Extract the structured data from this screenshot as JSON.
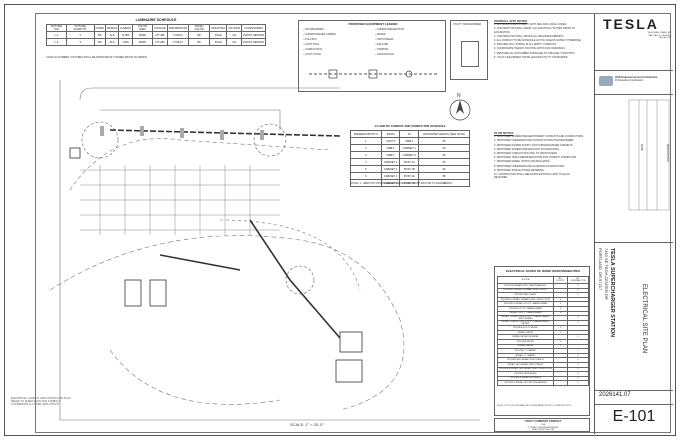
{
  "edge_note": {
    "line1": "ELECTRICAL CONDUIT AND CONDUCTOR PLAN",
    "line2": "REFER TO SHEET E-001 FOR SYMBOLS",
    "line3": "COORDINATE ALL WORK WITH UTILITY"
  },
  "luminaire": {
    "title": "LUMINAIRE SCHEDULE",
    "headers": [
      "FIXTURE TAG",
      "FIXTURE QUANTITY",
      "FINISH",
      "DESIGN",
      "LUMENS",
      "COLOR TEMP",
      "VOLTAGE",
      "DISTRIBUTION",
      "FINISH COLOR",
      "MOUNTING",
      "OPTIONS",
      "ACCESSORIES"
    ],
    "rows": [
      [
        "L-1",
        "2",
        "BK",
        "ALS",
        "11,583",
        "4000K",
        "277-480",
        "TYPE III",
        "BK",
        "POLE",
        "NA",
        "PHOTO SENSOR"
      ],
      [
        "L-2",
        "3",
        "BK",
        "ALS",
        "7,800",
        "4000K",
        "277-480",
        "TYPE IV",
        "BK",
        "POLE",
        "NA",
        "PHOTO SENSOR"
      ]
    ],
    "note": "CATALOG NUMBER: FIXTURES SHALL BE APPROVED BY OWNER PRIOR TO ORDER"
  },
  "equipment_legend": {
    "title": "PROPOSED EQUIPMENT LEGEND",
    "items": [
      "TRANSFORMER",
      "SUPERCHARGER POST",
      "SUPERCHARGER CABINET",
      "METER",
      "PULL BOX",
      "SWITCHGEAR",
      "LIGHT POLE",
      "BOLLARD",
      "CONDUIT RUN",
      "STRIPING",
      "UTILITY POLE",
      "GROUND ROD"
    ],
    "utility_label": "UTILITY TRANSFORMER"
  },
  "conduit_schedule": {
    "title": "AC AND DC CONDUIT AND CONDUCTOR SCHEDULE",
    "headers": [
      "FEEDER/CIRCUIT #",
      "FROM",
      "TO",
      "ESTIMATED LENGTH (SEE NOTE)"
    ],
    "rows": [
      [
        "1",
        "UTILITY",
        "MSB-1",
        "25'"
      ],
      [
        "2",
        "MSB-1",
        "CABINET 1",
        "40'"
      ],
      [
        "3",
        "MSB-1",
        "CABINET 2",
        "45'"
      ],
      [
        "4",
        "CABINET 1",
        "POST 1A",
        "30'"
      ],
      [
        "5",
        "CABINET 1",
        "POST 1B",
        "34'"
      ],
      [
        "6",
        "CABINET 2",
        "POST 2A",
        "38'"
      ],
      [
        "7",
        "CABINET 2",
        "POST 2B",
        "42'"
      ]
    ],
    "notes": "NOTES: 1. LENGTHS SHOWN ARE ESTIMATES ONLY. CONTRACTOR TO FIELD VERIFY."
  },
  "general_notes": {
    "title": "GENERAL SITE NOTES",
    "lines": [
      "1. ALL WORK SHALL COMPLY WITH NEC AND LOCAL CODES.",
      "2. CONTRACTOR SHALL VERIFY ALL EXISTING UTILITIES PRIOR TO EXCAVATION.",
      "3. CONTRACTOR SHALL OBTAIN ALL REQUIRED PERMITS.",
      "4. ALL CONDUIT TO BE SCHEDULE 40 PVC UNLESS NOTED OTHERWISE.",
      "5. PROVIDE PULL STRING IN ALL EMPTY CONDUITS.",
      "6. COORDINATE TRENCH ROUTING WITH CIVIL DRAWINGS.",
      "7. RESTORE ALL DISTURBED SURFACES TO ORIGINAL CONDITION.",
      "8. UTILITY EQUIPMENT INSTALLED PER UTILITY STANDARDS."
    ]
  },
  "plan_notes": {
    "title": "PLAN NOTES",
    "lines": [
      "1. PROPOSED SUPERCHARGER PRIMARY CONDUITS AND CONDUCTORS.",
      "2. PROPOSED UNDERGROUND CONDUITS FROM TRANSFORMER.",
      "3. PROPOSED POWER SUPPLY FOR SUPERCHARGER CABINETS.",
      "4. PROPOSED SUPERCHARGER POST FOUNDATIONS.",
      "5. PROPOSED CONDUIT ROUTING TO SWITCHGEAR.",
      "6. PROPOSED TESLA REPRESENTATIVE FOR CONDUIT INSPECTION.",
      "7. PROPOSED WHEEL STOPS AND BOLLARDS.",
      "8. PROPOSED UNDERGROUND ALUMINUM CONDUCTORS.",
      "9. PROPOSED SINGLE PHASE METERING.",
      "10. CONTRACTOR SHALL RELOCATE EXISTING LIGHT POLE AS REQUIRED."
    ]
  },
  "scope": {
    "title": "ELECTRICAL SCOPE OF WORK RESPONSIBILITIES",
    "headers": [
      "SCOPE",
      "BY UTILITY",
      "BY CONTRACTOR"
    ],
    "rows": [
      [
        "PROVIDE PRIMARY SIDE TRENCH/BACKFILL",
        "",
        "X"
      ],
      [
        "PROVIDE & INSTALL PRIMARY SIDE CONDUIT",
        "",
        "X"
      ],
      [
        "PROVIDE PAD & VAULT",
        "",
        "X"
      ],
      [
        "PROVIDE & INSTALL PRIMARY SIDE CONDUCTORS",
        "X",
        ""
      ],
      [
        "PROVIDE & INSTALL UTILITY TRANSFORMER",
        "X",
        ""
      ],
      [
        "PROVIDE UTILITY TRANSFORMER",
        "X",
        ""
      ],
      [
        "INSTALL UTILITY TRANSFORMER",
        "X",
        ""
      ],
      [
        "INSTALL CONDUCTORS (UTILITY TRANSFORMER-SWITCHGEAR)",
        "",
        "X"
      ],
      [
        "INSTALL CONDUCTORS (UTILITY TRANSFORMER-METER)",
        "",
        "X"
      ],
      [
        "PROVIDE UTILITY METER",
        "X",
        ""
      ],
      [
        "INSTALL METER",
        "X",
        ""
      ],
      [
        "INSTALL METER PEDESTAL",
        "",
        "X"
      ],
      [
        "PROVIDE METER",
        "X",
        ""
      ],
      [
        "INSTALL METER",
        "X",
        ""
      ],
      [
        "PROVIDE CT CABINET",
        "",
        "X"
      ],
      [
        "INSTALL CT CABINET",
        "",
        "X"
      ],
      [
        "PROVIDE SECONDARY SIDE TRENCH",
        "",
        "X"
      ],
      [
        "INSTALL SECONDARY SIDE CONDUIT",
        "",
        "X"
      ],
      [
        "PROVIDE & INSTALL SECONDARY SIDE CONDUCTORS",
        "",
        "X"
      ],
      [
        "PROVIDE GROUNDING",
        "",
        "X"
      ],
      [
        "PROVIDE & INSTALL BOLLARDS",
        "",
        "X"
      ],
      [
        "PROVIDE & INSTALL PROTECTIVE BARRIER",
        "",
        "X"
      ]
    ],
    "note": "NOTE: UTILITY SCOPE SHALL BE COORDINATED PRIOR TO CONSTRUCTION."
  },
  "utility_contact": {
    "title": "UTILITY COMPANY CONTACT",
    "name": "PGE",
    "person": "CONTACT: REPRESENTATIVE",
    "email": "SERVICE@PGN.COM"
  },
  "title_block": {
    "brand": "TESLA",
    "addr1": "3500 DEER CREEK RD",
    "addr2": "PALO ALTO, CA 94304",
    "addr3": "TESLA.COM",
    "firm": "GPD Engineering and Architecture",
    "firm_sub": "Professional Corporation",
    "project_l1": "TESLA SUPERCHARGER STATION",
    "project_l2": "7410 SE TECH CENTER DR",
    "project_l3": "PORTLAND, OR 97217",
    "project_number": "2026141.07",
    "sheet_title": "ELECTRICAL SITE PLAN",
    "sheet_number": "E-101",
    "revisions_label": "DESCRIPTION",
    "date_label": "DATE"
  },
  "plan": {
    "north_label": "N",
    "scale_label": "SCALE: 1\" = 20'-0\""
  }
}
